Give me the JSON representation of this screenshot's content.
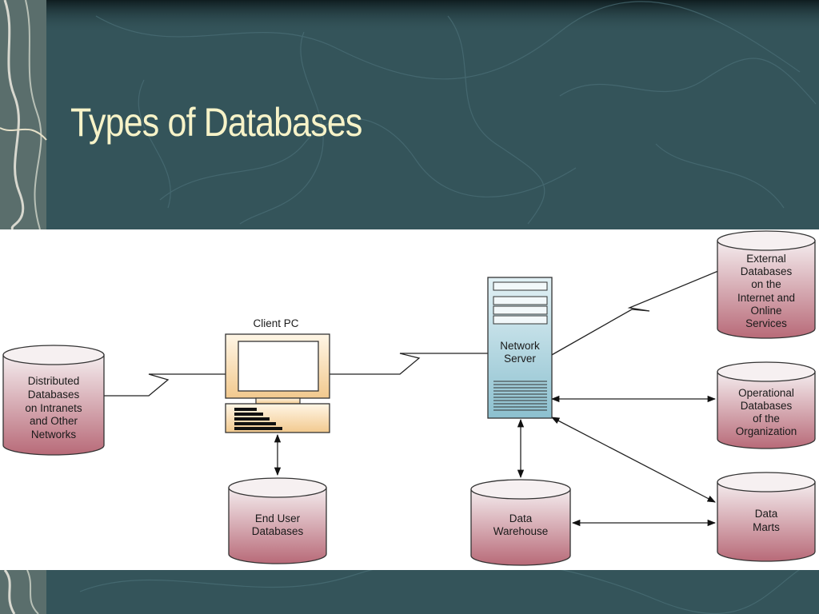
{
  "slide": {
    "title": "Types of Databases"
  },
  "diagram": {
    "client_pc_label": "Client PC",
    "network_server_label": [
      "Network",
      "Server"
    ],
    "databases": {
      "distributed": [
        "Distributed",
        "Databases",
        "on Intranets",
        "and Other",
        "Networks"
      ],
      "end_user": [
        "End User",
        "Databases"
      ],
      "data_warehouse": [
        "Data",
        "Warehouse"
      ],
      "external": [
        "External",
        "Databases",
        "on the",
        "Internet and",
        "Online",
        "Services"
      ],
      "operational": [
        "Operational",
        "Databases",
        "of the",
        "Organization"
      ],
      "data_marts": [
        "Data",
        "Marts"
      ]
    }
  },
  "colors": {
    "background": "#34545a",
    "title": "#f7f3c8",
    "cylinder_top": "#f4ecee",
    "cylinder_bottom": "#b86a78",
    "server_top": "#e2f1f5",
    "server_bottom": "#8cc0cf",
    "pc_top": "#fff6e6",
    "pc_bottom": "#f2c98e"
  }
}
